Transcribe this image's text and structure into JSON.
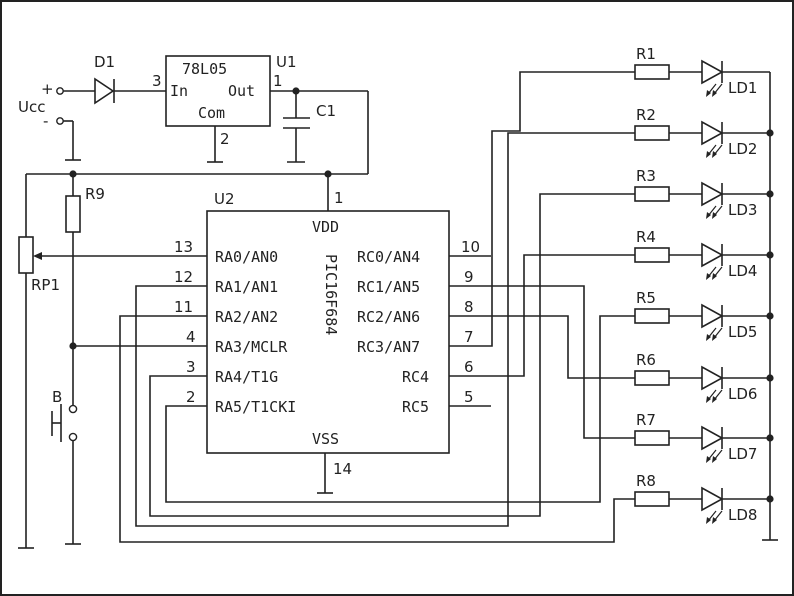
{
  "supply": {
    "label": "Ucc",
    "plus": "+",
    "minus": "-"
  },
  "d1": {
    "ref": "D1"
  },
  "u1": {
    "ref": "U1",
    "part": "78L05",
    "pin_in": "In",
    "pin_out": "Out",
    "pin_com": "Com",
    "pin3": "3",
    "pin1": "1",
    "pin2": "2"
  },
  "c1": {
    "ref": "C1"
  },
  "r9": {
    "ref": "R9"
  },
  "rp1": {
    "ref": "RP1"
  },
  "button": {
    "ref": "B"
  },
  "u2": {
    "ref": "U2",
    "part": "PIC16F684",
    "vdd": "VDD",
    "vdd_pin": "1",
    "vss": "VSS",
    "vss_pin": "14",
    "left_pins": [
      {
        "num": "13",
        "name": "RA0/AN0"
      },
      {
        "num": "12",
        "name": "RA1/AN1"
      },
      {
        "num": "11",
        "name": "RA2/AN2"
      },
      {
        "num": "4",
        "name": "RA3/MCLR"
      },
      {
        "num": "3",
        "name": "RA4/T1G"
      },
      {
        "num": "2",
        "name": "RA5/T1CKI"
      }
    ],
    "right_pins": [
      {
        "num": "10",
        "name": "RC0/AN4"
      },
      {
        "num": "9",
        "name": "RC1/AN5"
      },
      {
        "num": "8",
        "name": "RC2/AN6"
      },
      {
        "num": "7",
        "name": "RC3/AN7"
      },
      {
        "num": "6",
        "name": "RC4"
      },
      {
        "num": "5",
        "name": "RC5"
      }
    ]
  },
  "resistors": [
    "R1",
    "R2",
    "R3",
    "R4",
    "R5",
    "R6",
    "R7",
    "R8"
  ],
  "leds": [
    "LD1",
    "LD2",
    "LD3",
    "LD4",
    "LD5",
    "LD6",
    "LD7",
    "LD8"
  ]
}
